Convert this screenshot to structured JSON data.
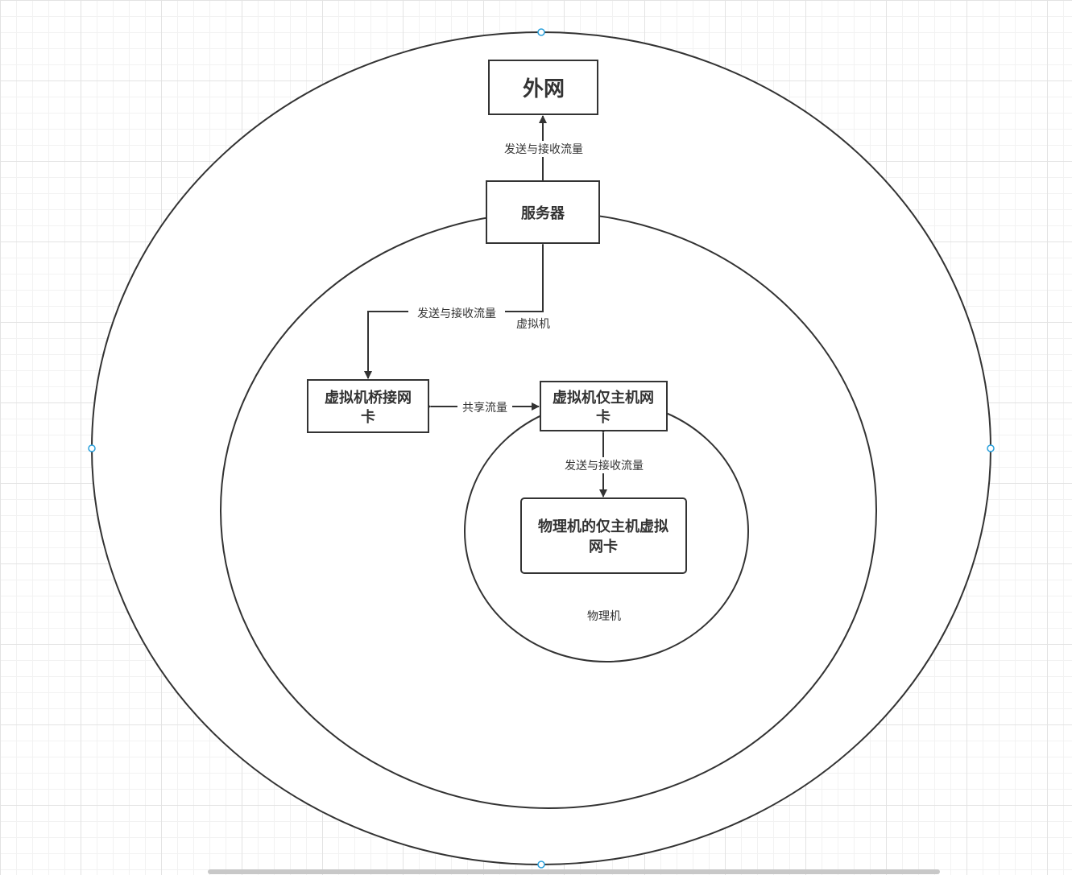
{
  "nodes": {
    "internet": "外网",
    "server": "服务器",
    "bridge_nic": [
      "虚拟机桥接网",
      "卡"
    ],
    "hostonly_nic": [
      "虚拟机仅主机网",
      "卡"
    ],
    "physical_hostonly_nic": [
      "物理机的仅主机虚拟",
      "网卡"
    ]
  },
  "regions": {
    "vm": "虚拟机",
    "physical": "物理机"
  },
  "edges": {
    "internet_server": "发送与接收流量",
    "server_bridge": "发送与接收流量",
    "bridge_hostonly": "共享流量",
    "hostonly_physical": "发送与接收流量"
  },
  "colors": {
    "stroke": "#333333",
    "handle": "#29a0dc",
    "grid": "#e3e3e3"
  }
}
